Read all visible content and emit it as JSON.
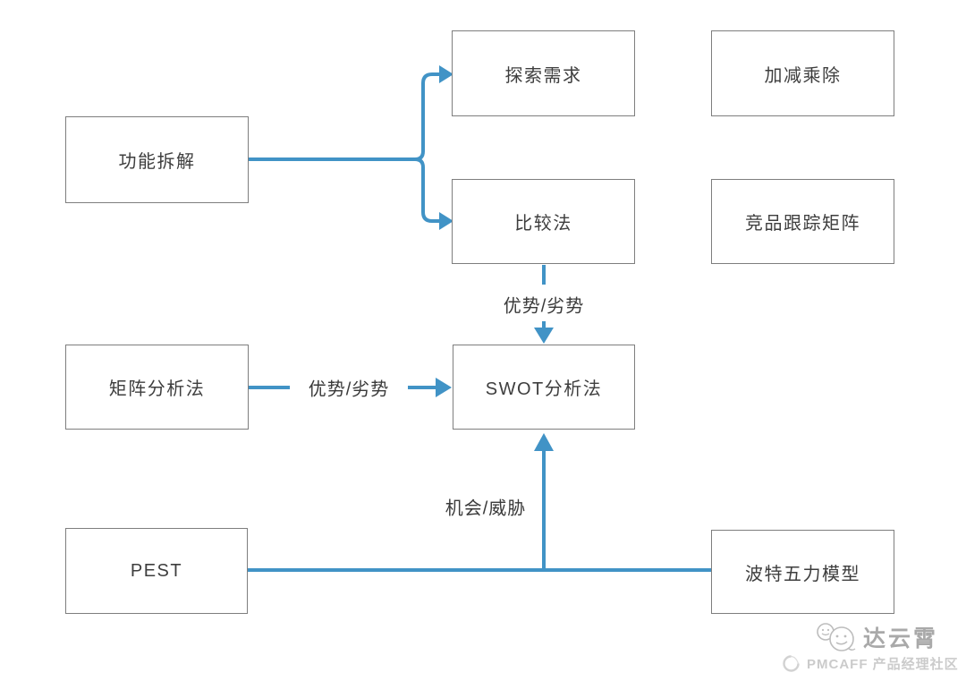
{
  "colors": {
    "connector": "#4193c6",
    "box_border": "#7e7e7e",
    "box_text": "#3e3e3e",
    "watermark_brand": "#a9a9a9",
    "watermark_community": "#cbcbcb"
  },
  "diagram": {
    "nodes": [
      {
        "id": "func",
        "label": "功能拆解"
      },
      {
        "id": "explore",
        "label": "探索需求"
      },
      {
        "id": "addsub",
        "label": "加减乘除"
      },
      {
        "id": "compare",
        "label": "比较法"
      },
      {
        "id": "track",
        "label": "竞品跟踪矩阵"
      },
      {
        "id": "matrix",
        "label": "矩阵分析法"
      },
      {
        "id": "swot",
        "label": "SWOT分析法"
      },
      {
        "id": "pest",
        "label": "PEST"
      },
      {
        "id": "porter",
        "label": "波特五力模型"
      }
    ],
    "edge_labels": [
      {
        "id": "advantage-vertical",
        "text": "优势/劣势"
      },
      {
        "id": "advantage-horizontal",
        "text": "优势/劣势"
      },
      {
        "id": "opportunity-threat",
        "text": "机会/威胁"
      }
    ]
  },
  "watermark": {
    "brand": "达云霄",
    "community": "PMCAFF 产品经理社区"
  }
}
